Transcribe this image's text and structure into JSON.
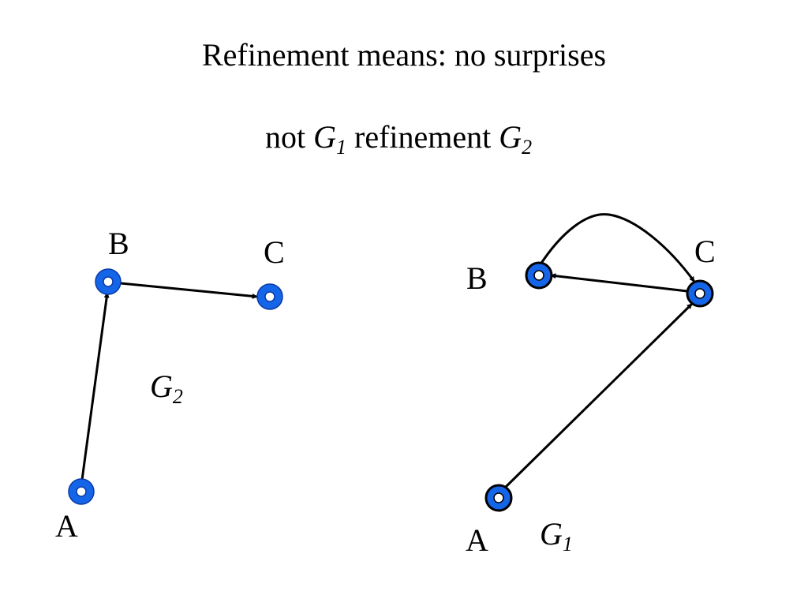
{
  "title": "Refinement means: no surprises",
  "subtitle": {
    "prefix": "not ",
    "g1_letter": "G",
    "g1_sub": "1",
    "middle": " refinement ",
    "g2_letter": "G",
    "g2_sub": "2"
  },
  "graph_g2": {
    "name_letter": "G",
    "name_sub": "2",
    "nodes": [
      {
        "id": "A",
        "label": "A"
      },
      {
        "id": "B",
        "label": "B"
      },
      {
        "id": "C",
        "label": "C"
      }
    ],
    "edges": [
      {
        "from": "A",
        "to": "B"
      },
      {
        "from": "B",
        "to": "C"
      }
    ]
  },
  "graph_g1": {
    "name_letter": "G",
    "name_sub": "1",
    "nodes": [
      {
        "id": "A",
        "label": "A"
      },
      {
        "id": "B",
        "label": "B"
      },
      {
        "id": "C",
        "label": "C"
      }
    ],
    "edges": [
      {
        "from": "A",
        "to": "C"
      },
      {
        "from": "B",
        "to": "C",
        "curved": true
      },
      {
        "from": "C",
        "to": "B"
      }
    ]
  },
  "colors": {
    "node_fill": "#1565e8",
    "node_stroke": "#0a3aa8",
    "node_center": "#ffffff",
    "edge": "#000000"
  }
}
